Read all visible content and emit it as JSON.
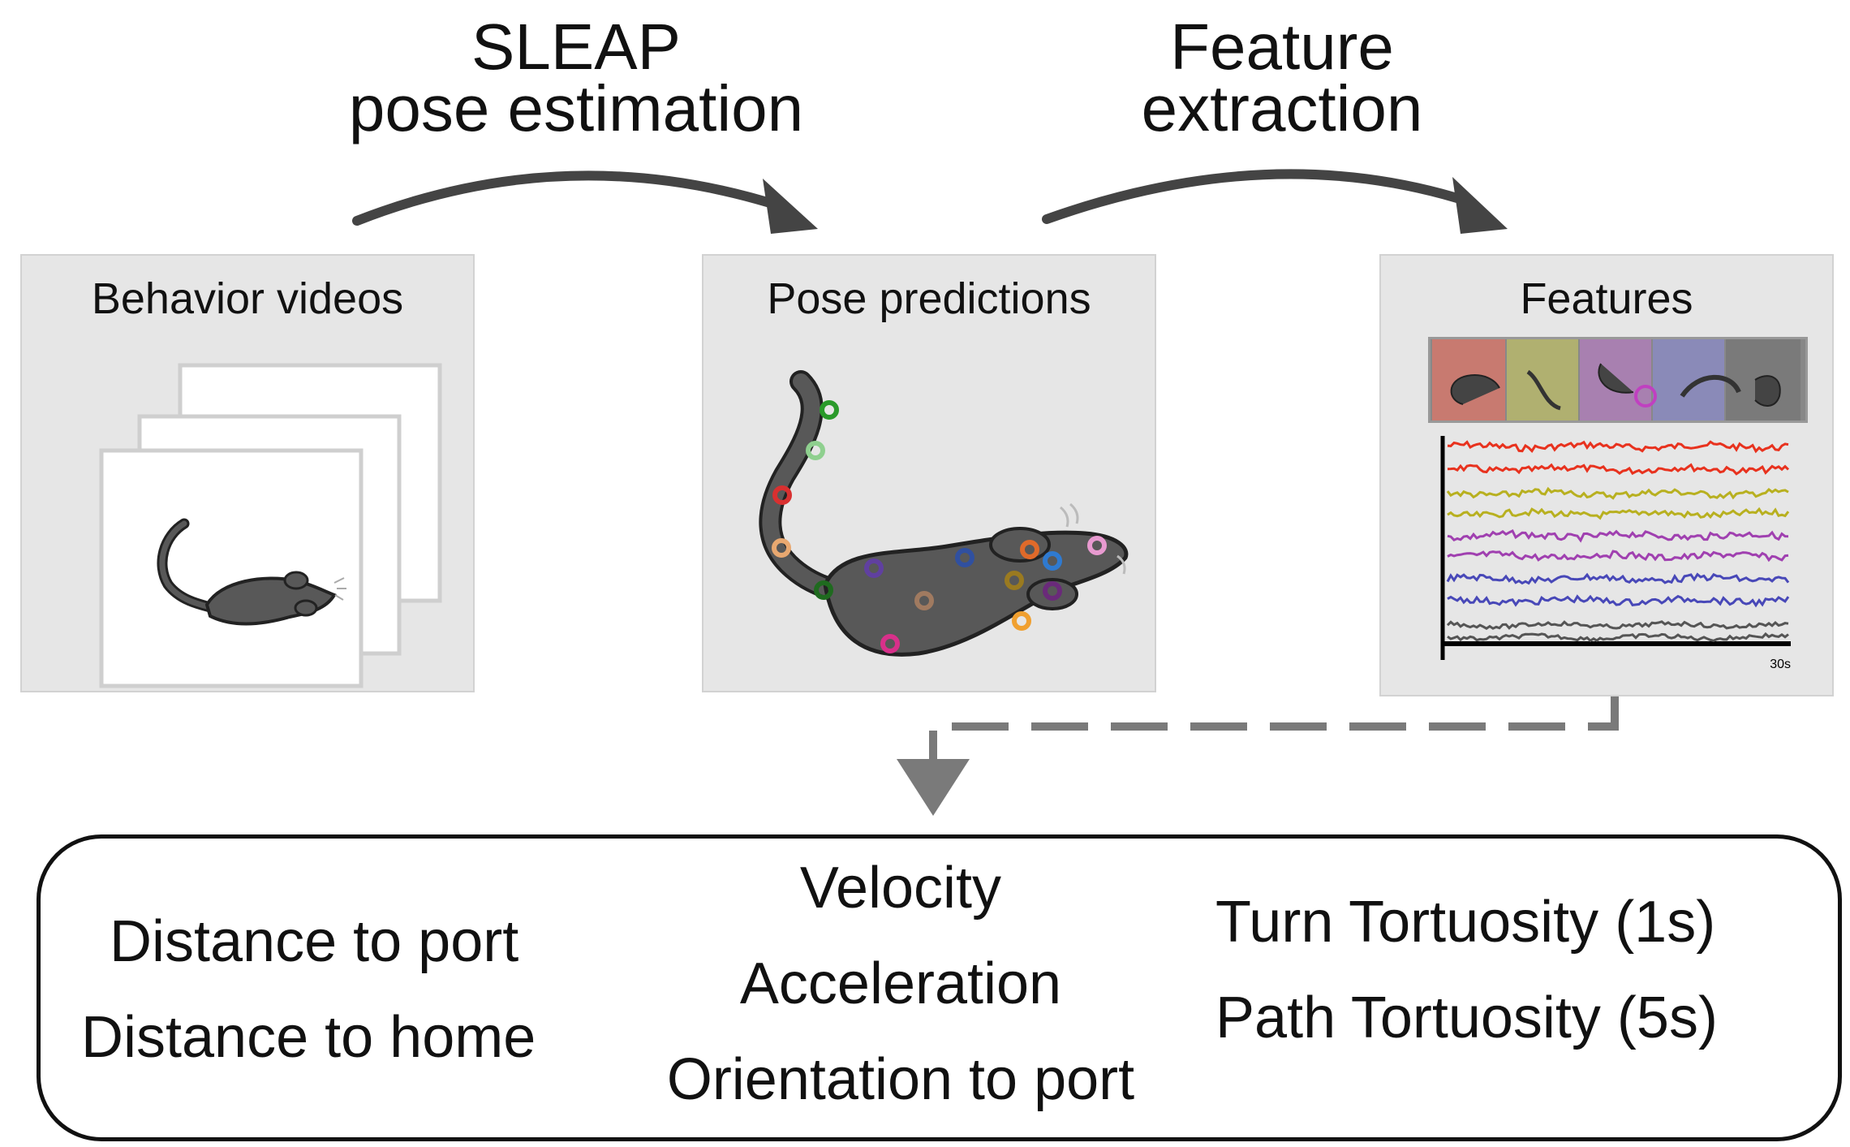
{
  "stages": [
    {
      "line1": "SLEAP",
      "line2": "pose estimation"
    },
    {
      "line1": "Feature",
      "line2": "extraction"
    }
  ],
  "panels": {
    "videos": {
      "title": "Behavior videos"
    },
    "pose": {
      "title": "Pose predictions"
    },
    "features": {
      "title": "Features",
      "scale_label": "30s"
    }
  },
  "features": {
    "col1": [
      "Distance to port",
      "Distance to home"
    ],
    "col2": [
      "Velocity",
      "Acceleration",
      "Orientation to port"
    ],
    "col3": [
      "Turn Tortuosity (1s)",
      "Path Tortuosity (5s)"
    ]
  },
  "colors": {
    "trace_red": "#e8321e",
    "trace_yellow": "#b8b020",
    "trace_purple": "#a040b0",
    "trace_blue": "#4848b8",
    "trace_gray": "#555555",
    "mouse_body": "#585858",
    "panel_bg": "#e6e6e6",
    "arrow": "#444444",
    "dashed": "#7a7a7a"
  }
}
